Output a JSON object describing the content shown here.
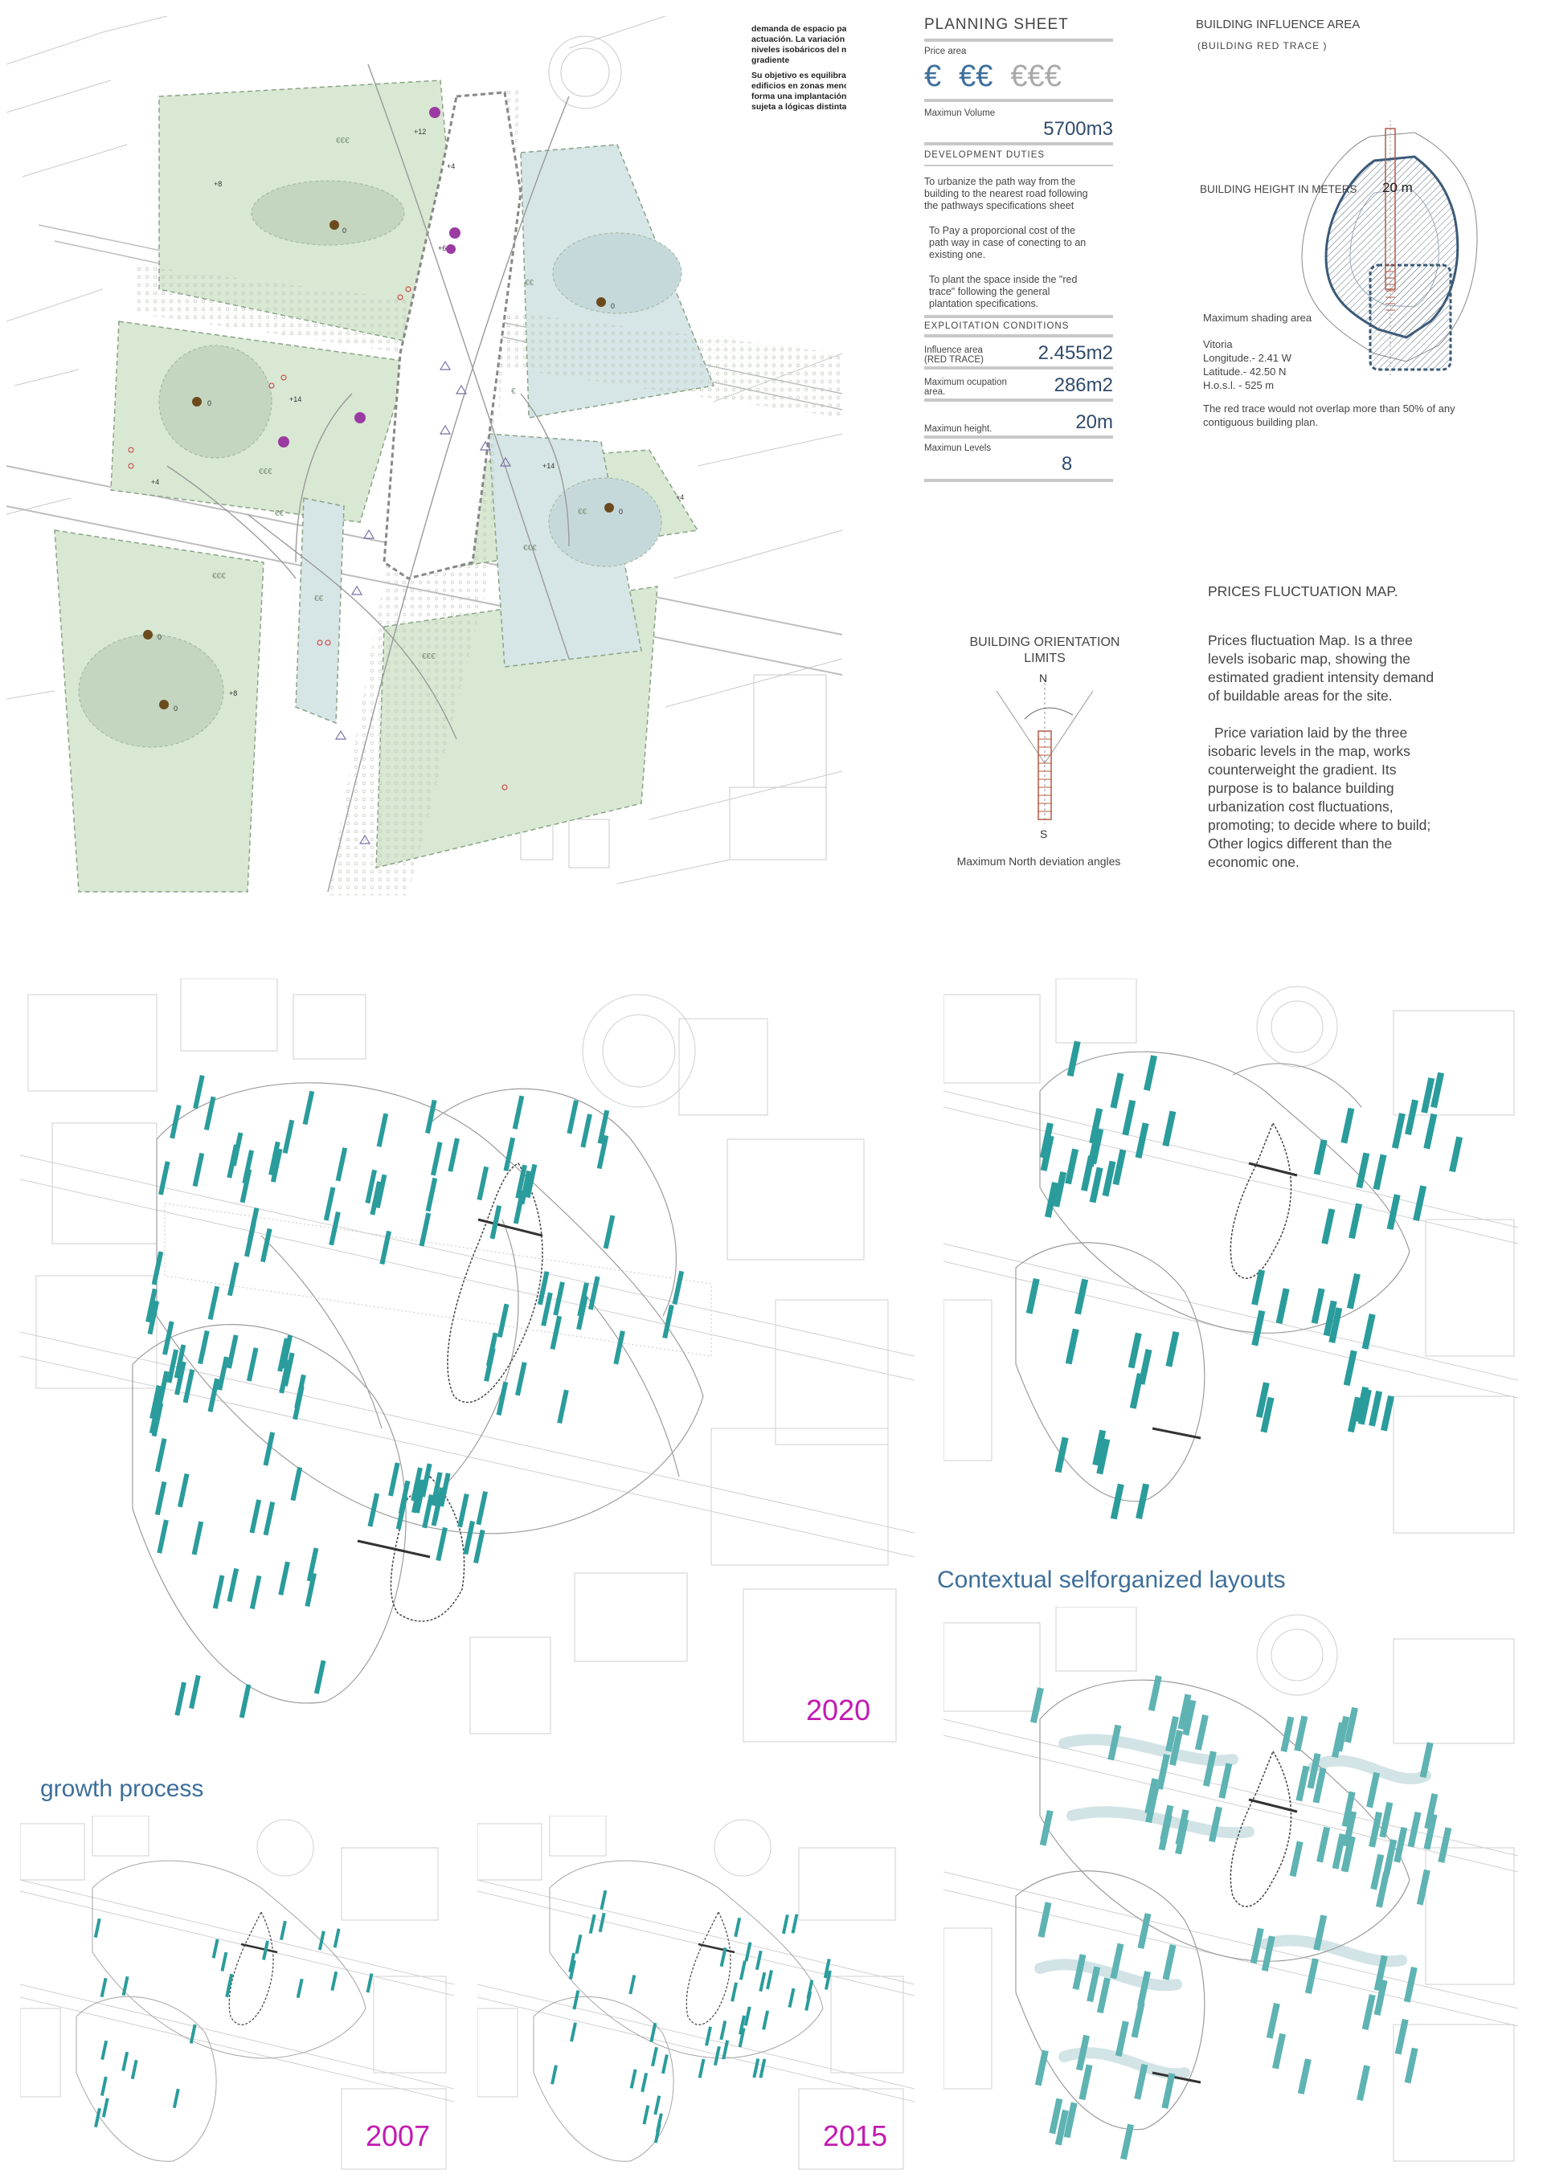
{
  "top_text_spanish": {
    "line1": "demanda de espacio para",
    "line2": "actuación.  La variación c",
    "line3": "niveles isobáricos del ma",
    "line4": "gradiente",
    "line5": "Su objetivo es equilibrar c",
    "line6": "edificios en zonas menos",
    "line7": "forma una implantación d",
    "line8": "sujeta a lógicas distintas c"
  },
  "planning_sheet": {
    "title": "PLANNING  SHEET",
    "price_area_label": "Price area",
    "price_levels": [
      "€",
      "€€",
      "€€€"
    ],
    "max_volume_label": "Maximun  Volume",
    "max_volume_value": "5700m3",
    "development_duties_label": "DEVELOPMENT  DUTIES",
    "duty1": "To urbanize the path way from the building to the nearest road following the pathways specifications sheet",
    "duty2": "To Pay a proporcional cost of the path way in case of conecting to an existing  one.",
    "duty3": "To plant the space inside the \"red trace\" following the general plantation specifications.",
    "exploitation_label": "EXPLOITATION  CONDITIONS",
    "influence_area_label": "Influence area (RED TRACE)",
    "influence_area_value": "2.455m2",
    "max_occupation_label": "Maximum ocupation area.",
    "max_occupation_value": "286m2",
    "max_height_label": "Maximun height.",
    "max_height_value": "20m",
    "max_levels_label": "Maximun  Levels",
    "max_levels_value": "8"
  },
  "influence_area": {
    "title": "BUILDING INFLUENCE AREA",
    "subtitle": "(BUILDING RED TRACE )",
    "height_label": "BUILDING HEIGHT IN  METERS",
    "height_value": "20 m",
    "shading_label": "Maximum shading area",
    "location": "Vitoria",
    "longitude": "Longitude.- 2.41  W",
    "latitude": "Latitude.-  42.50  N",
    "hosl": "H.o.s.l.  -  525  m",
    "note": "The  red trace would not overlap more than 50% of any contiguous building plan."
  },
  "orientation": {
    "title_line1": "BUILDING ORIENTATION",
    "title_line2": "LIMITS",
    "north": "N",
    "south": "S",
    "caption": "Maximum North deviation angles"
  },
  "prices_map": {
    "title": "PRICES FLUCTUATION MAP.",
    "paragraph1": "Prices fluctuation Map. Is a three levels isobaric map, showing the estimated gradient  intensity demand of buildable  areas  for the site.",
    "paragraph2": "Price variation laid by the three isobaric levels in the map, works counterweight  the  gradient. Its purpose is to balance building urbanization cost  fluctuations, promoting;  to decide where to  build; Other logics different than the  economic one."
  },
  "map_labels": {
    "heights": [
      "+12",
      "+4",
      "+8",
      "+6",
      "+14",
      "+4",
      "+14",
      "+4",
      "+8"
    ],
    "zeros": [
      "0",
      "0",
      "0",
      "0",
      "0",
      "0"
    ],
    "prices": [
      "€€€",
      "€€",
      "€€€",
      "€€",
      "€€€",
      "€€",
      "€€€",
      "€€",
      "€€€",
      "€"
    ]
  },
  "labels": {
    "contextual": "Contextual selforganized layouts",
    "growth": "growth process",
    "year_2020": "2020",
    "year_2007": "2007",
    "year_2015": "2015"
  },
  "colors": {
    "building_teal": "#2b9c9c",
    "zone_green": "#d8e8d2",
    "zone_blue": "#d6e5e6",
    "year_magenta": "#c21bb2",
    "heading_blue": "#3d6f9b"
  }
}
